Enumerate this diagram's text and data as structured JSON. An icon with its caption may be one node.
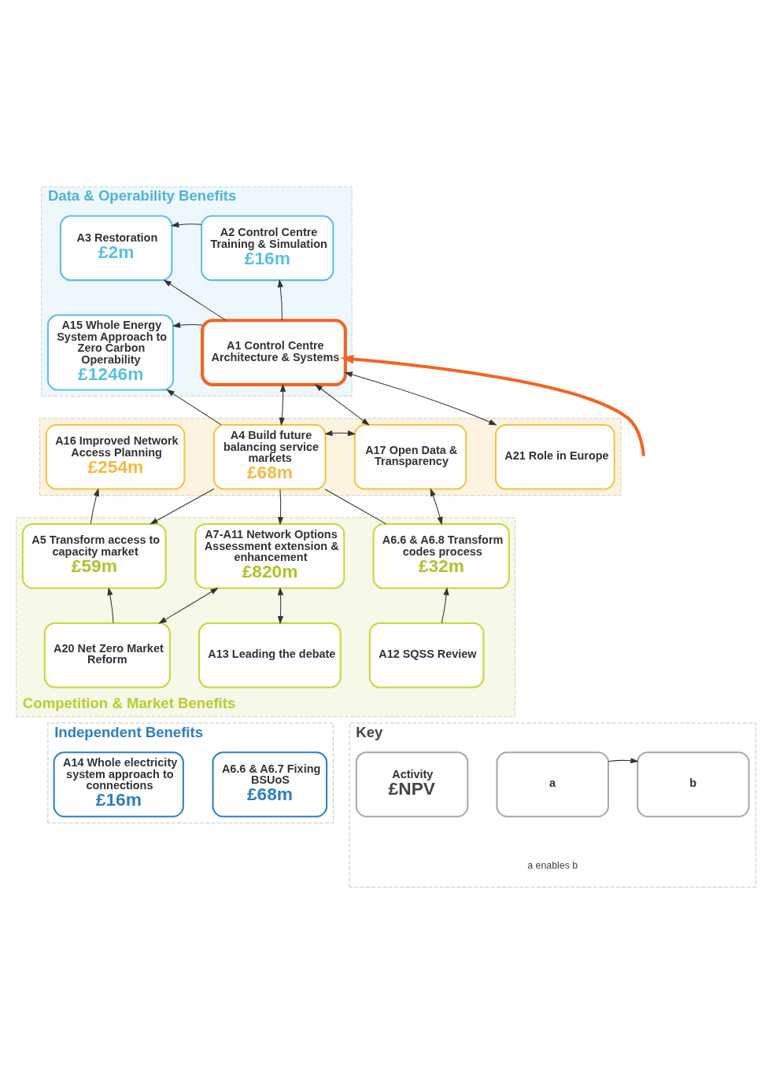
{
  "diagram": {
    "nodes": [
      {
        "text": [
          "Data & Operability Benefits"
        ]
      },
      {
        "text": [
          "A3 Restoration",
          "£2m"
        ],
        "in": 0
      },
      {
        "text": [
          "A2 Control Centre Training & Simulation",
          "£16m"
        ],
        "in": 0
      },
      {
        "text": [
          "A15 Whole Energy System Approach to Zero Carbon Operability",
          "£1246m"
        ],
        "in": 0
      },
      {
        "text": [
          "A1 Control Centre Architecture & Systems"
        ],
        "in": 0
      },
      {
        "text": [],
        "shape": "band"
      },
      {
        "text": [
          "A16 Improved Network Access Planning",
          "£254m"
        ],
        "in": 5
      },
      {
        "text": [
          "A4 Build future balancing service markets",
          "£68m"
        ],
        "in": 5
      },
      {
        "text": [
          "A17 Open Data & Transparency"
        ],
        "in": 5
      },
      {
        "text": [
          "A21 Role in Europe"
        ],
        "in": 5
      },
      {
        "text": [
          "Competition & Market Benefits"
        ]
      },
      {
        "text": [
          "A5 Transform access to capacity market",
          "£59m"
        ],
        "in": 10
      },
      {
        "text": [
          "A7-A11 Network Options Assessment extension & enhancement",
          "£820m"
        ],
        "in": 10
      },
      {
        "text": [
          "A6.6 & A6.8 Transform codes process",
          "£32m"
        ],
        "in": 10
      },
      {
        "text": [
          "A20 Net Zero Market Reform"
        ],
        "in": 10
      },
      {
        "text": [
          "A13 Leading the debate"
        ],
        "in": 10
      },
      {
        "text": [
          "A12 SQSS Review"
        ],
        "in": 10
      },
      {
        "text": [
          "Independent Benefits"
        ]
      },
      {
        "text": [
          "A14 Whole electricity system approach to connections",
          "£16m"
        ],
        "in": 17
      },
      {
        "text": [
          "A6.6 & A6.7 Fixing BSUoS",
          "£68m"
        ],
        "in": 17
      },
      {
        "text": [
          "Key"
        ]
      },
      {
        "text": [
          "Activity",
          "£NPV"
        ],
        "in": 20
      },
      {
        "text": [
          "a"
        ],
        "in": 20
      },
      {
        "text": [
          "b"
        ],
        "in": 20
      }
    ],
    "edges": [
      {
        "from": 2,
        "to": 1,
        "arrow": "to"
      },
      {
        "from": 4,
        "to": 1,
        "arrow": "to"
      },
      {
        "from": 4,
        "to": 2,
        "arrow": "to"
      },
      {
        "from": 4,
        "to": 3,
        "arrow": "to"
      },
      {
        "from": 7,
        "to": 3,
        "arrow": "to"
      },
      {
        "from": 4,
        "to": 7,
        "arrow": "both"
      },
      {
        "from": 4,
        "to": 8,
        "arrow": "both"
      },
      {
        "from": 4,
        "to": 9,
        "arrow": "both"
      },
      {
        "from": 7,
        "to": 8,
        "arrow": "both"
      },
      {
        "from": 11,
        "to": 6,
        "arrow": "to"
      },
      {
        "from": 7,
        "to": 11,
        "arrow": "to"
      },
      {
        "from": 7,
        "to": 12,
        "arrow": "to"
      },
      {
        "from": 7,
        "to": 13,
        "arrow": "none"
      },
      {
        "from": 8,
        "to": 13,
        "arrow": "both"
      },
      {
        "from": 14,
        "to": 11,
        "arrow": "to"
      },
      {
        "from": 14,
        "to": 12,
        "arrow": "both"
      },
      {
        "from": 12,
        "to": 15,
        "arrow": "both"
      },
      {
        "from": 16,
        "to": 13,
        "arrow": "to"
      },
      {
        "from": 22,
        "to": 23,
        "arrow": "to"
      },
      {
        "from": null,
        "to": 4,
        "arrow": "to",
        "style": "thick",
        "color": "#f26522"
      }
    ],
    "labels": [
      "a enables b"
    ]
  }
}
